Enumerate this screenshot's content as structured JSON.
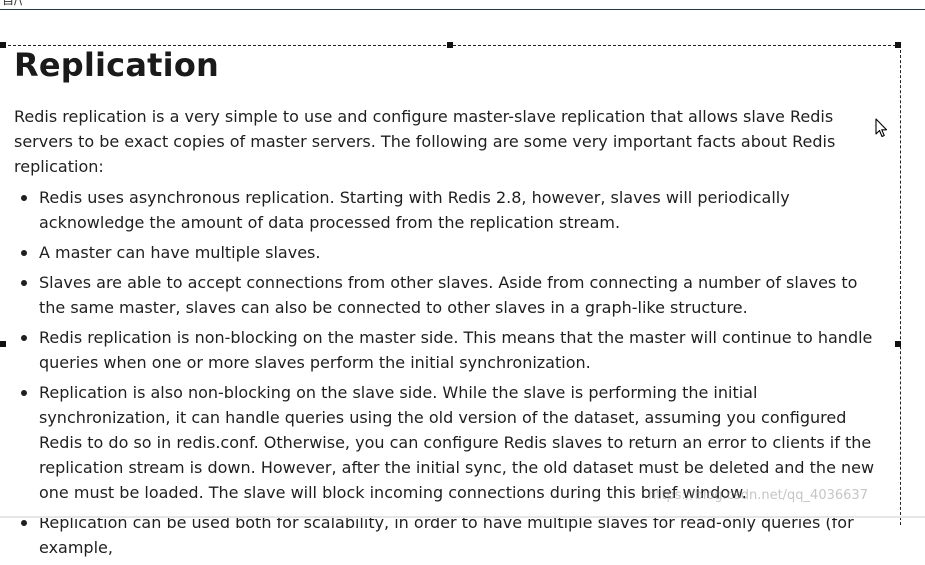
{
  "top_strip": {
    "text": "自/\\"
  },
  "document": {
    "title": "Replication",
    "intro": "Redis replication is a very simple to use and configure master-slave replication that allows slave Redis servers to be exact copies of master servers. The following are some very important facts about Redis replication:",
    "facts": [
      "Redis uses asynchronous replication. Starting with Redis 2.8, however, slaves will periodically acknowledge the amount of data processed from the replication stream.",
      "A master can have multiple slaves.",
      "Slaves are able to accept connections from other slaves. Aside from connecting a number of slaves to the same master, slaves can also be connected to other slaves in a graph-like structure.",
      "Redis replication is non-blocking on the master side. This means that the master will continue to handle queries when one or more slaves perform the initial synchronization.",
      "Replication is also non-blocking on the slave side. While the slave is performing the initial synchronization, it can handle queries using the old version of the dataset, assuming you configured Redis to do so in redis.conf. Otherwise, you can configure Redis slaves to return an error to clients if the replication stream is down. However, after the initial sync, the old dataset must be deleted and the new one must be loaded. The slave will block incoming connections during this brief window.",
      "Replication can be used both for scalability, in order to have multiple slaves for read-only queries (for example,"
    ]
  },
  "watermark": "https://blog.csdn.net/qq_4036637",
  "icons": {
    "cursor": "arrow-cursor-icon"
  }
}
